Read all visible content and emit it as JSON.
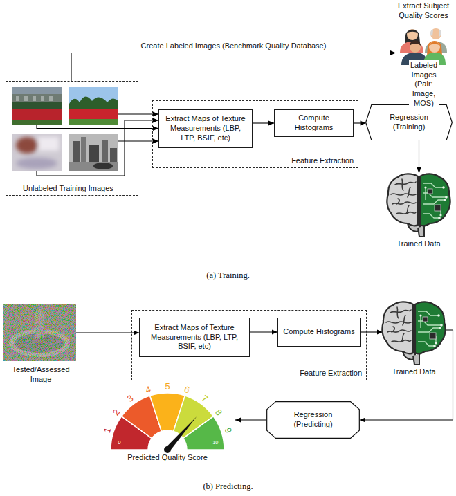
{
  "diagram": {
    "nodes": [
      {
        "text": [
          "Unlabeled Training Images"
        ]
      },
      {
        "text": [
          "Feature Extraction"
        ]
      },
      {
        "text": [
          "Extract Maps of Texture Measurements (LBP, LTP, BSIF, etc)"
        ],
        "in": 1
      },
      {
        "text": [
          "Compute Histograms"
        ],
        "in": 1
      },
      {
        "text": [
          "Extract Subject Quality Scores"
        ]
      },
      {
        "text": [
          "Regression (Training)"
        ]
      },
      {
        "text": [
          "Trained Data"
        ]
      },
      {
        "text": [
          "Tested/Assessed Image"
        ]
      },
      {
        "text": [
          "Feature Extraction"
        ]
      },
      {
        "text": [
          "Extract Maps of Texture Measurements (LBP, LTP, BSIF, etc)"
        ],
        "in": 8
      },
      {
        "text": [
          "Compute Histograms"
        ],
        "in": 8
      },
      {
        "text": [
          "Trained Data"
        ]
      },
      {
        "text": [
          "Regression (Predicting)"
        ]
      },
      {
        "text": [
          "Predicted Quality Score"
        ]
      }
    ],
    "edges": [
      {
        "from": 0,
        "to": 2,
        "arrow": "to"
      },
      {
        "from": 0,
        "to": 4,
        "label": "Create Labeled Images (Benchmark Quality Database)",
        "arrow": "to"
      },
      {
        "from": 2,
        "to": 3,
        "arrow": "to"
      },
      {
        "from": 3,
        "to": 5,
        "arrow": "to"
      },
      {
        "from": 4,
        "to": 5,
        "label": "Labeled Images (Pair: Image, MOS)",
        "arrow": "to"
      },
      {
        "from": 5,
        "to": 6,
        "arrow": "to"
      },
      {
        "from": 7,
        "to": 9,
        "arrow": "to"
      },
      {
        "from": 9,
        "to": 10,
        "arrow": "to"
      },
      {
        "from": 10,
        "to": 11,
        "arrow": "to"
      },
      {
        "from": 11,
        "to": 12,
        "arrow": "to"
      },
      {
        "from": 12,
        "to": 13,
        "arrow": "to"
      }
    ],
    "labels": [
      "(a) Training.",
      "(b) Predicting.",
      "0",
      "1",
      "2",
      "3",
      "4",
      "5",
      "6",
      "7",
      "8",
      "9",
      "10"
    ]
  }
}
